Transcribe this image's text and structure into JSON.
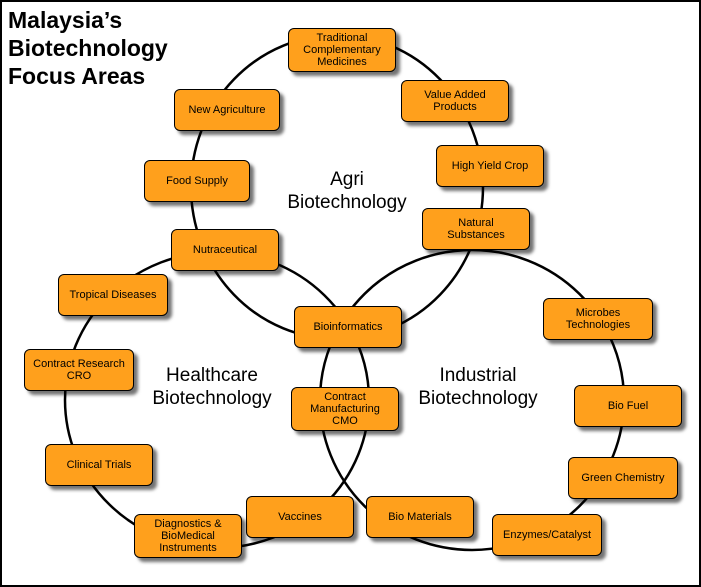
{
  "title": {
    "line1": "Malaysia’s",
    "line2": "Biotechnology",
    "line3": "Focus Areas"
  },
  "areas": {
    "agri": "Agri\nBiotechnology",
    "healthcare": "Healthcare\nBiotechnology",
    "industrial": "Industrial\nBiotechnology"
  },
  "nodes": {
    "traditional": "Traditional\nComplementary\nMedicines",
    "new_agriculture": "New Agriculture",
    "value_added": "Value Added\nProducts",
    "food_supply": "Food Supply",
    "high_yield": "High Yield Crop",
    "natural_substances": "Natural\nSubstances",
    "nutraceutical": "Nutraceutical",
    "tropical_diseases": "Tropical Diseases",
    "microbes": "Microbes\nTechnologies",
    "bioinformatics": "Bioinformatics",
    "contract_research": "Contract Research\nCRO",
    "contract_manufacturing": "Contract\nManufacturing\nCMO",
    "bio_fuel": "Bio Fuel",
    "clinical_trials": "Clinical Trials",
    "green_chemistry": "Green Chemistry",
    "vaccines": "Vaccines",
    "bio_materials": "Bio Materials",
    "diagnostics": "Diagnostics &\nBioMedical\nInstruments",
    "enzymes": "Enzymes/Catalyst"
  },
  "colors": {
    "box_fill": "#ffa01c",
    "box_border": "#000000",
    "circle_stroke": "#000000"
  }
}
